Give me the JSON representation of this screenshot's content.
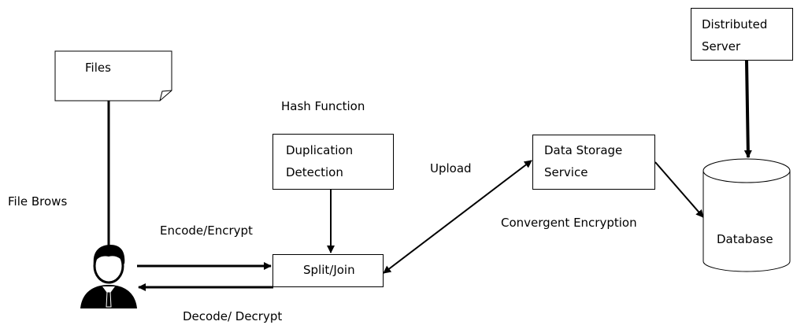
{
  "nodes": {
    "files": "Files",
    "duplication_detection_line1": "Duplication",
    "duplication_detection_line2": "Detection",
    "split_join": "Split/Join",
    "data_storage_line1": "Data Storage",
    "data_storage_line2": "Service",
    "distributed_server_line1": "Distributed",
    "distributed_server_line2": "Server",
    "database": "Database"
  },
  "labels": {
    "hash_function": "Hash Function",
    "file_browse": "File Brows",
    "encode_encrypt": "Encode/Encrypt",
    "decode_decrypt": "Decode/ Decrypt",
    "upload": "Upload",
    "convergent_encryption": "Convergent Encryption"
  },
  "icons": {
    "user": "user-avatar-icon"
  }
}
